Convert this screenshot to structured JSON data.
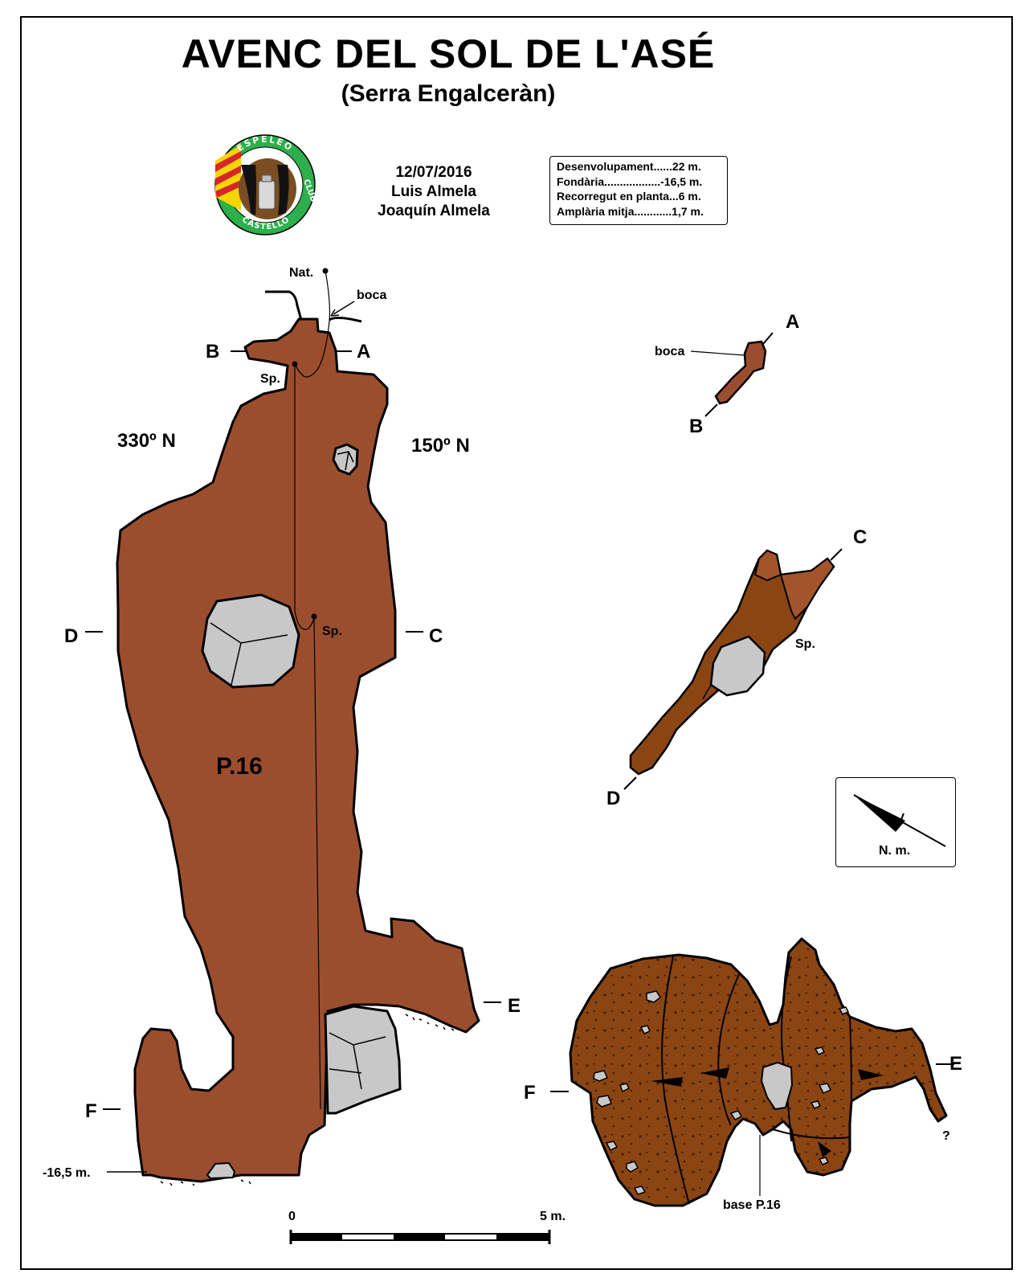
{
  "title": "AVENC DEL SOL DE L'ASÉ",
  "subtitle": "(Serra Engalceràn)",
  "logo": {
    "text_top": "ESPELEO",
    "text_right": "CLUB",
    "text_bottom": "CASTELLÓ"
  },
  "survey": {
    "date": "12/07/2016",
    "author_1": "Luis Almela",
    "author_2": "Joaquín Almela"
  },
  "stats": [
    "Desenvolupament......22 m.",
    "Fondària..................-16,5 m.",
    "Recorregut en planta...6 m.",
    "Amplària mitja............1,7 m."
  ],
  "section": {
    "nat_label": "Nat.",
    "boca_label": "boca",
    "label_a": "A",
    "label_b": "B",
    "label_c": "C",
    "label_d": "D",
    "label_e": "E",
    "label_f": "F",
    "sp_upper": "Sp.",
    "sp_lower": "Sp.",
    "dir_left": "330º N",
    "dir_right": "150º N",
    "pitch_label": "P.16",
    "depth_label": "-16,5 m."
  },
  "cross_sections": {
    "ab": {
      "label_a": "A",
      "label_b": "B",
      "boca_label": "boca"
    },
    "cd": {
      "label_c": "C",
      "label_d": "D",
      "sp_label": "Sp."
    }
  },
  "plan": {
    "label_e": "E",
    "label_f": "F",
    "unknown_label": "?",
    "base_label": "base P.16"
  },
  "north": {
    "label": "N. m."
  },
  "scale": {
    "start_label": "0",
    "end_label": "5 m."
  },
  "colors": {
    "rock_section": "#9B4E2E",
    "rock_plan": "#8B4513",
    "block": "#C8C8C8",
    "logo_green": "#2DAF4B",
    "logo_yellow": "#F5D600",
    "logo_red": "#D7262B"
  }
}
